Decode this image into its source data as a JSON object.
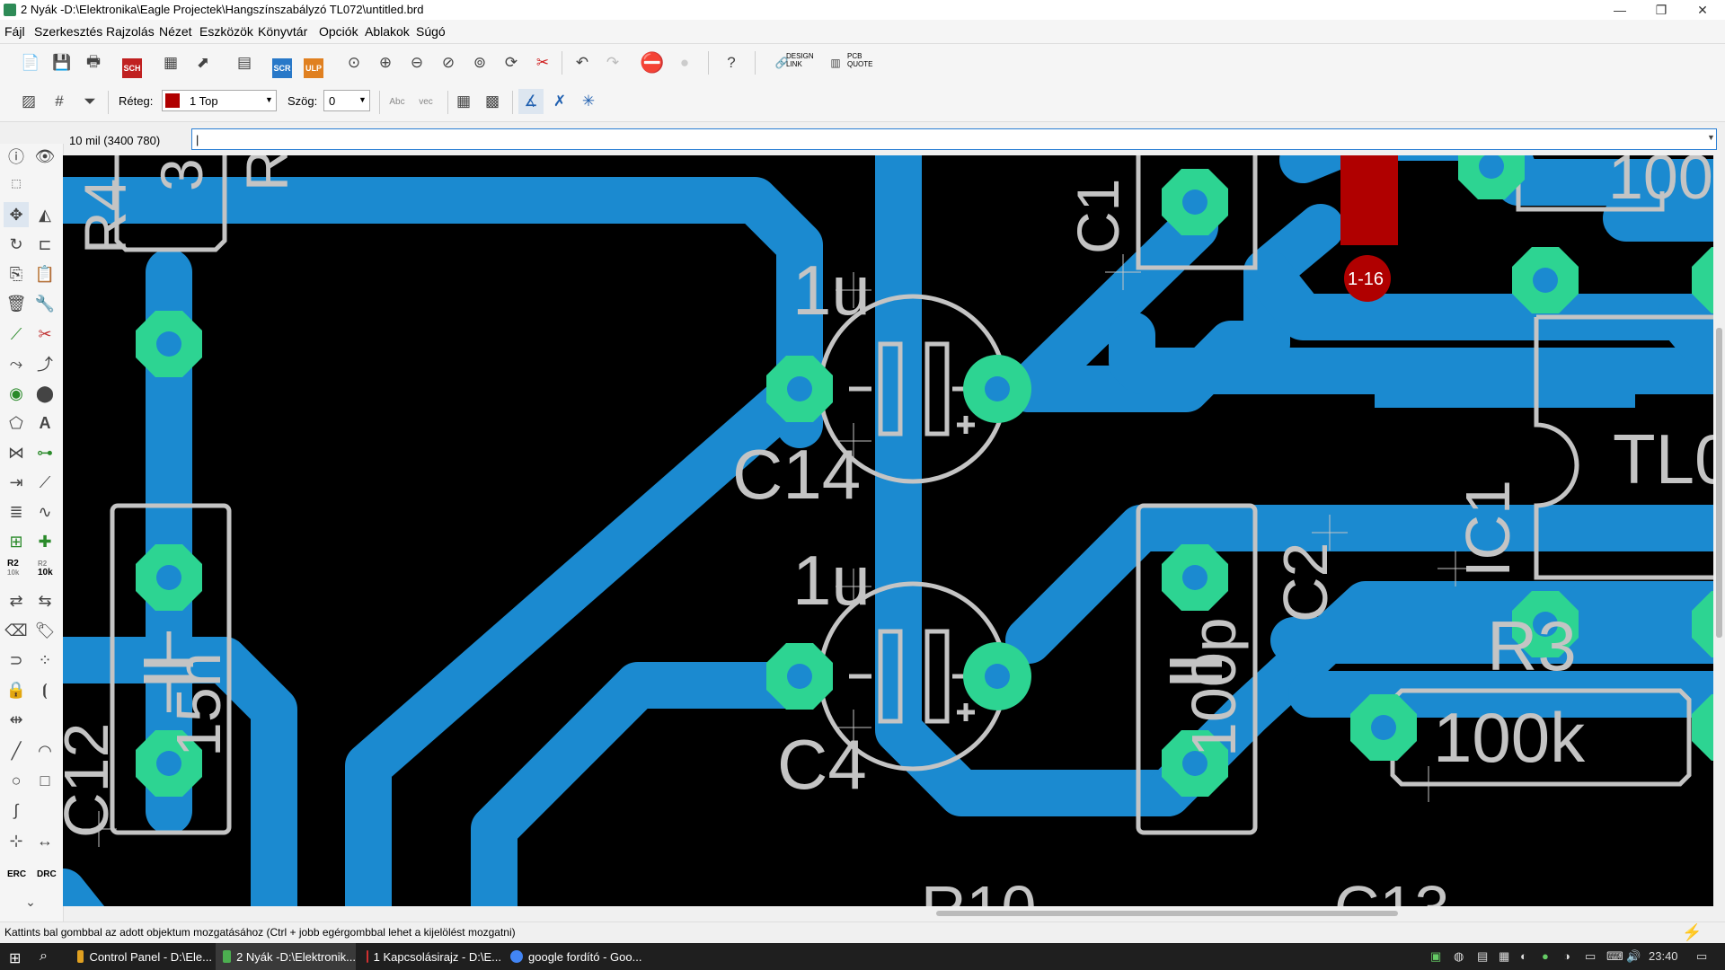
{
  "window": {
    "title": "2 Nyák -D:\\Elektronika\\Eagle Projectek\\Hangszínszabályzó TL072\\untitled.brd",
    "minimize": "—",
    "restore": "❐",
    "close": "✕"
  },
  "menu": [
    "Fájl",
    "Szerkesztés",
    "Rajzolás",
    "Nézet",
    "Eszközök",
    "Könyvtár",
    "Opciók",
    "Ablakok",
    "Súgó"
  ],
  "toolbar": {
    "sch_label": "SCH",
    "scr_label": "SCR",
    "ulp_label": "ULP",
    "design_link_1": "DESIGN",
    "design_link_2": "LINK",
    "pcb_quote_1": "PCB",
    "pcb_quote_2": "QUOTE",
    "help": "?"
  },
  "toolbar2": {
    "layer_label": "Réteg:",
    "layer_value": "1 Top",
    "layer_color": "#b00000",
    "angle_label": "Szög:",
    "angle_value": "0"
  },
  "command": {
    "coordinates": "10 mil (3400 780)",
    "input_value": "|"
  },
  "left_toolbar": {
    "text_tool": "A",
    "r2_label": "R2",
    "r2_sub": "10k",
    "val_label": "10k",
    "erc": "ERC",
    "drc": "DRC"
  },
  "board": {
    "colors": {
      "background": "#000000",
      "trace": "#1b8ad0",
      "pad": "#2dd492",
      "silk": "#c4c4c4",
      "top_trace": "#b00000"
    },
    "labels": {
      "r4": "R4",
      "r4b": "3",
      "r4c": "R",
      "c1": "C1",
      "c1_val": "1u",
      "c14": "C14",
      "c4_val": "1u",
      "c4": "C4",
      "c12": "C12",
      "c12_val": "15n",
      "c2": "C2",
      "c2_val": "100p",
      "r3": "R3",
      "r3_val": "100k",
      "r_top_val": "100k",
      "ic1": "IC1",
      "tl": "TL0",
      "top_trace_label": "1-16",
      "r10": "R10",
      "c13": "C13"
    }
  },
  "status": {
    "hint": "Kattints bal gombbal az adott objektum mozgatásához (Ctrl + jobb egérgombbal lehet a kijelölést mozgatni)"
  },
  "taskbar": {
    "items": [
      {
        "label": "Control Panel - D:\\Ele...",
        "color": "#e0a020"
      },
      {
        "label": "2 Nyák -D:\\Elektronik...",
        "color": "#4caf50"
      },
      {
        "label": "1 Kapcsolásirajz - D:\\E...",
        "color": "#d03030"
      },
      {
        "label": "google fordító - Goo...",
        "color": "#4285f4"
      }
    ],
    "clock": "23:40"
  }
}
